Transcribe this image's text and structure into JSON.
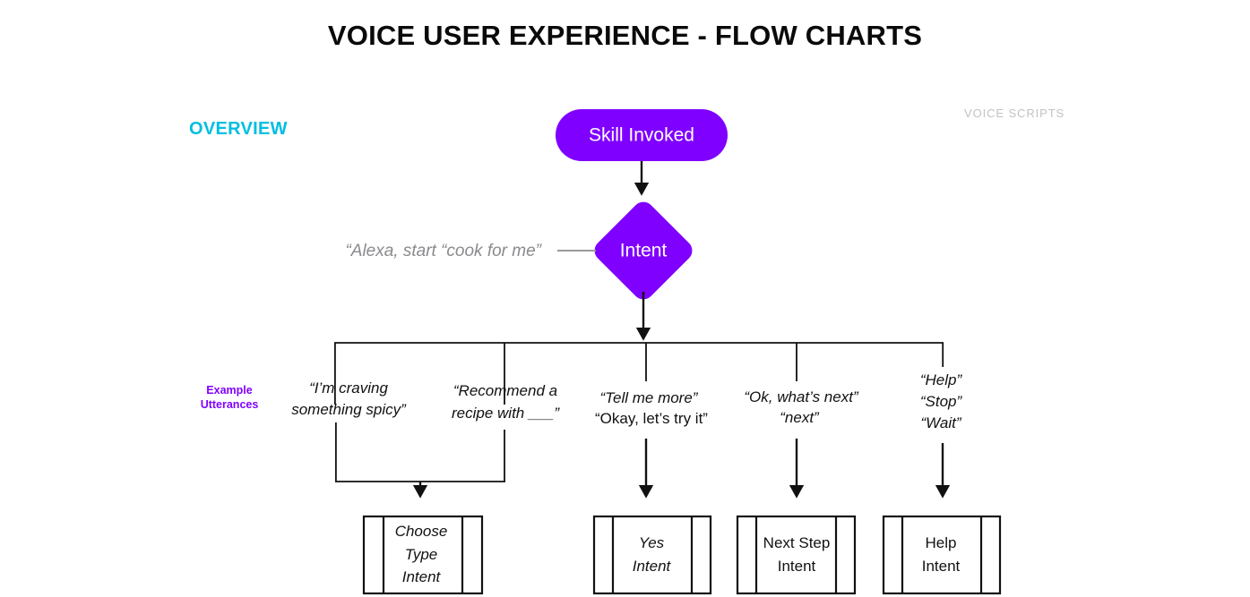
{
  "slide": {
    "title": "VOICE USER EXPERIENCE - FLOW CHARTS",
    "section_label": "OVERVIEW",
    "corner_label": "VOICE SCRIPTS",
    "example_label_line1": "Example",
    "example_label_line2": "Utterances"
  },
  "colors": {
    "purple": "#8000ff",
    "cyan": "#00bfe0",
    "gray_text": "#8a8a8e",
    "corner_gray": "#c2c2c6",
    "black": "#111111",
    "background": "#ffffff"
  },
  "chart_data": {
    "type": "diagram",
    "title": "VOICE USER EXPERIENCE - FLOW CHARTS",
    "nodes": [
      {
        "id": "skill",
        "label": "Skill Invoked",
        "shape": "pill",
        "fill": "#8000ff",
        "text_color": "#ffffff"
      },
      {
        "id": "intent",
        "label": "Intent",
        "shape": "diamond",
        "fill": "#8000ff",
        "text_color": "#ffffff"
      },
      {
        "id": "choose_type",
        "label": "Choose Type Intent",
        "shape": "subroutine",
        "fill": "#ffffff",
        "text_color": "#111111"
      },
      {
        "id": "yes",
        "label": "Yes Intent",
        "shape": "subroutine",
        "fill": "#ffffff",
        "text_color": "#111111"
      },
      {
        "id": "next_step",
        "label": "Next Step Intent",
        "shape": "subroutine",
        "fill": "#ffffff",
        "text_color": "#111111"
      },
      {
        "id": "help",
        "label": "Help Intent",
        "shape": "subroutine",
        "fill": "#ffffff",
        "text_color": "#111111"
      }
    ],
    "edges": [
      {
        "from": "skill",
        "to": "intent",
        "arrow": true
      },
      {
        "from": "intent",
        "to": "branch-bar",
        "arrow": true
      },
      {
        "from": "branch-bar",
        "to": "choose_type",
        "arrow": true
      },
      {
        "from": "branch-bar",
        "to": "yes",
        "arrow": true
      },
      {
        "from": "branch-bar",
        "to": "next_step",
        "arrow": true
      },
      {
        "from": "branch-bar",
        "to": "help",
        "arrow": true
      }
    ]
  },
  "nodes": {
    "skill_invoked": {
      "label": "Skill Invoked"
    },
    "intent": {
      "label": "Intent"
    },
    "invocation_utterance": {
      "text": "“Alexa, start “cook for me”"
    }
  },
  "branches": [
    {
      "id": "craving",
      "lines": [
        "“I’m craving",
        "something spicy”"
      ],
      "italic": [
        true,
        true
      ]
    },
    {
      "id": "recommend",
      "lines": [
        "“Recommend a",
        "recipe with ___”"
      ],
      "italic": [
        true,
        true
      ]
    },
    {
      "id": "tell-me-more",
      "lines": [
        "“Tell me more”",
        "“Okay, let’s try it”"
      ],
      "italic": [
        true,
        false
      ]
    },
    {
      "id": "whats-next",
      "lines": [
        "“Ok, what’s next”",
        "“next”"
      ],
      "italic": [
        true,
        true
      ]
    },
    {
      "id": "help-stop-wait",
      "lines": [
        "“Help”",
        "“Stop”",
        "“Wait”"
      ],
      "italic": [
        true,
        true,
        true
      ]
    }
  ],
  "outcome_boxes": [
    {
      "id": "choose-type-intent",
      "lines": [
        "Choose",
        "Type",
        "Intent"
      ],
      "italic": true
    },
    {
      "id": "yes-intent",
      "lines": [
        "Yes",
        "Intent"
      ],
      "italic": true
    },
    {
      "id": "next-step-intent",
      "lines": [
        "Next Step",
        "Intent"
      ],
      "italic": false
    },
    {
      "id": "help-intent",
      "lines": [
        "Help",
        "Intent"
      ],
      "italic": false
    }
  ]
}
